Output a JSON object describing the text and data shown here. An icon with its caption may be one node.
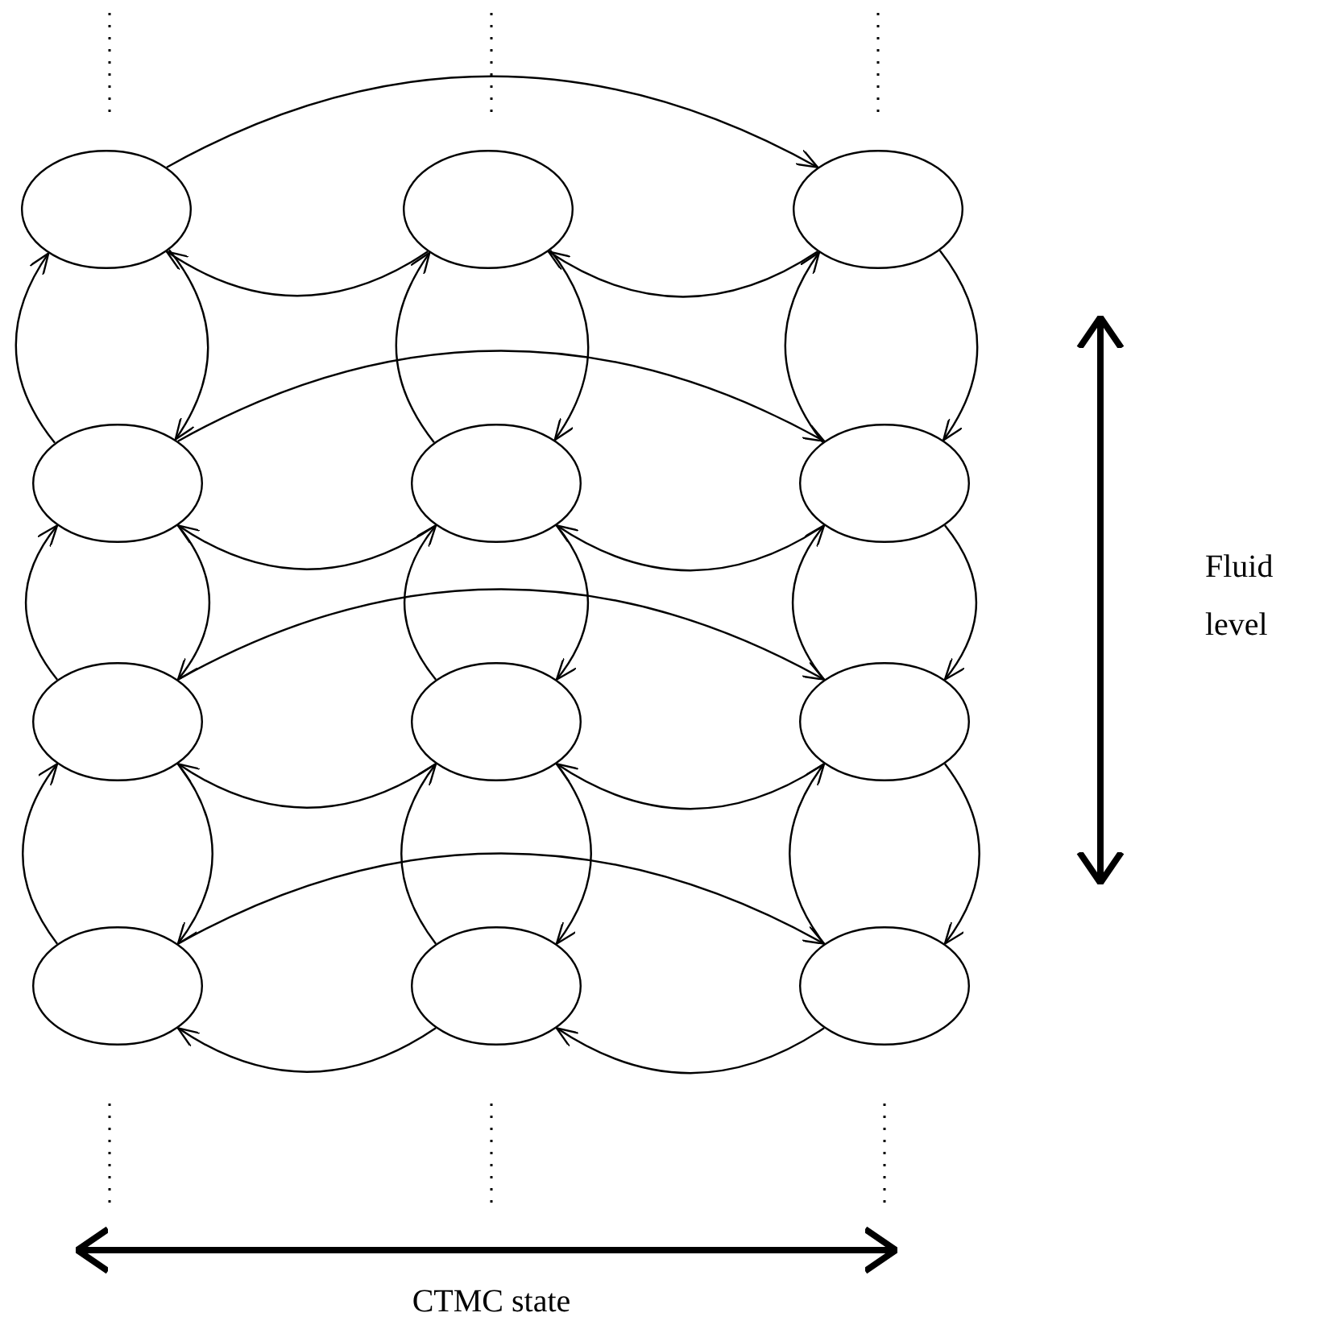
{
  "diagram": {
    "nodes": [
      {
        "text": [],
        "shape": "ellipse"
      },
      {
        "text": [],
        "shape": "ellipse"
      },
      {
        "text": [],
        "shape": "ellipse"
      },
      {
        "text": [],
        "shape": "ellipse"
      },
      {
        "text": [],
        "shape": "ellipse"
      },
      {
        "text": [],
        "shape": "ellipse"
      },
      {
        "text": [],
        "shape": "ellipse"
      },
      {
        "text": [],
        "shape": "ellipse"
      },
      {
        "text": [],
        "shape": "ellipse"
      },
      {
        "text": [],
        "shape": "ellipse"
      },
      {
        "text": [],
        "shape": "ellipse"
      },
      {
        "text": [],
        "shape": "ellipse"
      }
    ],
    "edges": [
      {
        "from": 0,
        "to": 2,
        "arrow": "to"
      },
      {
        "from": 1,
        "to": 0,
        "arrow": "to"
      },
      {
        "from": 2,
        "to": 1,
        "arrow": "to"
      },
      {
        "from": 3,
        "to": 5,
        "arrow": "to"
      },
      {
        "from": 4,
        "to": 3,
        "arrow": "to"
      },
      {
        "from": 5,
        "to": 4,
        "arrow": "to"
      },
      {
        "from": 6,
        "to": 8,
        "arrow": "to"
      },
      {
        "from": 7,
        "to": 6,
        "arrow": "to"
      },
      {
        "from": 8,
        "to": 7,
        "arrow": "to"
      },
      {
        "from": 9,
        "to": 11,
        "arrow": "to"
      },
      {
        "from": 10,
        "to": 9,
        "arrow": "to"
      },
      {
        "from": 11,
        "to": 10,
        "arrow": "to"
      },
      {
        "from": 0,
        "to": 3,
        "arrow": "to"
      },
      {
        "from": 3,
        "to": 0,
        "arrow": "to"
      },
      {
        "from": 1,
        "to": 4,
        "arrow": "to"
      },
      {
        "from": 4,
        "to": 1,
        "arrow": "to"
      },
      {
        "from": 2,
        "to": 5,
        "arrow": "to"
      },
      {
        "from": 5,
        "to": 2,
        "arrow": "to"
      },
      {
        "from": 3,
        "to": 6,
        "arrow": "to"
      },
      {
        "from": 6,
        "to": 3,
        "arrow": "to"
      },
      {
        "from": 4,
        "to": 7,
        "arrow": "to"
      },
      {
        "from": 7,
        "to": 4,
        "arrow": "to"
      },
      {
        "from": 5,
        "to": 8,
        "arrow": "to"
      },
      {
        "from": 8,
        "to": 5,
        "arrow": "to"
      },
      {
        "from": 6,
        "to": 9,
        "arrow": "to"
      },
      {
        "from": 9,
        "to": 6,
        "arrow": "to"
      },
      {
        "from": 7,
        "to": 10,
        "arrow": "to"
      },
      {
        "from": 10,
        "to": 7,
        "arrow": "to"
      },
      {
        "from": 8,
        "to": 11,
        "arrow": "to"
      },
      {
        "from": 11,
        "to": 8,
        "arrow": "to"
      }
    ],
    "labels": [
      "Fluid level",
      "CTMC state"
    ]
  }
}
